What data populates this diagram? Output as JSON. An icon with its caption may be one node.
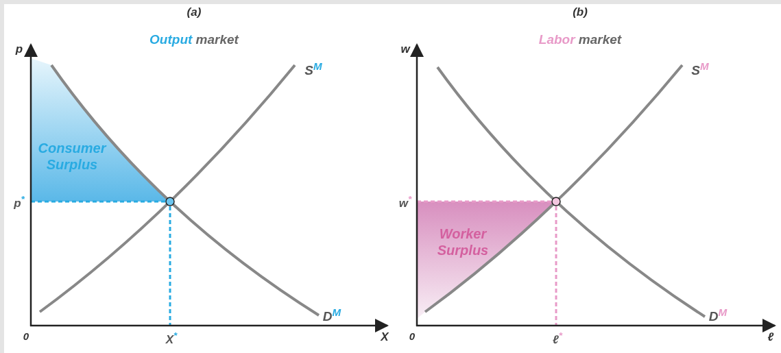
{
  "diagram": {
    "labels": [
      "(a)",
      "Output market",
      "p",
      "S$^{M}$",
      "Consumer Surplus",
      "p$^{*}$",
      "0",
      "X$^{*}$",
      "X",
      "D$^{M}$",
      "(b)",
      "Labor market",
      "w",
      "S$^{M}$",
      "Worker Surplus",
      "w$^{*}$",
      "0",
      "ℓ$^{*}$",
      "ℓ",
      "D$^{M}$"
    ]
  }
}
